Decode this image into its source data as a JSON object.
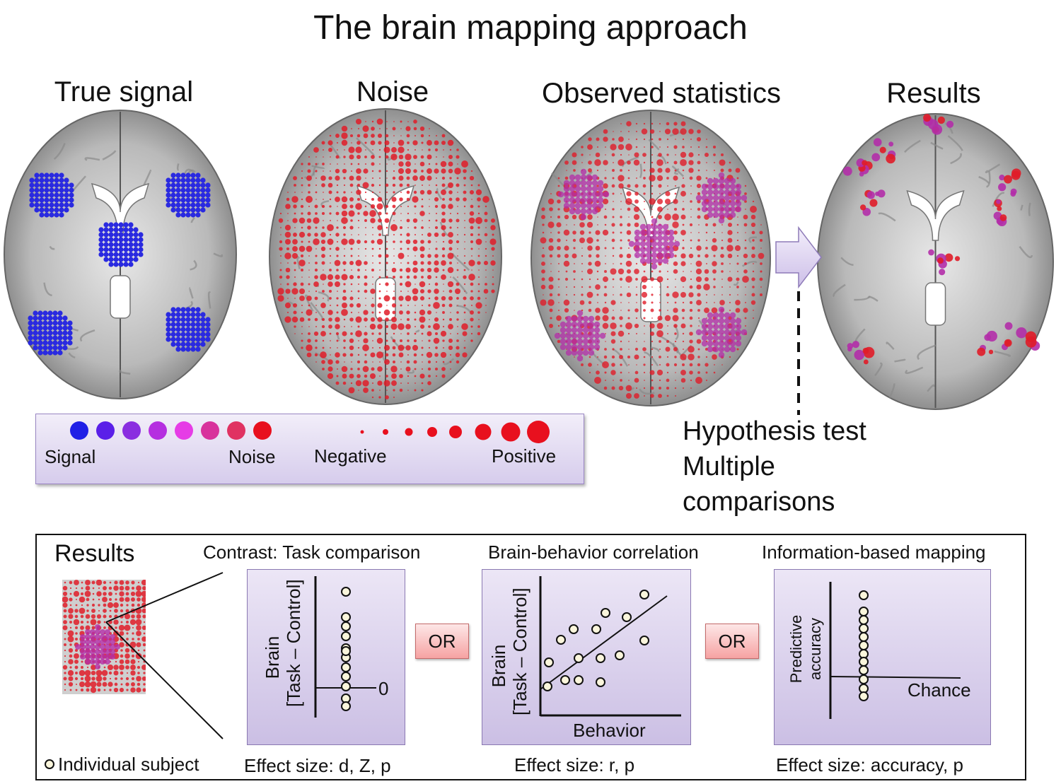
{
  "title": "The brain mapping approach",
  "panels": {
    "true_signal": "True signal",
    "noise": "Noise",
    "observed": "Observed statistics",
    "results": "Results"
  },
  "legend": {
    "signal": "Signal",
    "noise": "Noise",
    "negative": "Negative",
    "positive": "Positive",
    "color_scale": [
      "#1f1fe6",
      "#5a1fe8",
      "#8a2ee0",
      "#b52ee0",
      "#e63ce6",
      "#d8329c",
      "#e03262",
      "#e8101e"
    ],
    "size_scale_color": "#e8101e"
  },
  "hypothesis": {
    "line1": "Hypothesis test",
    "line2": "Multiple",
    "line3": "comparisons"
  },
  "results_section": {
    "heading": "Results",
    "individual_subject": "Individual subject",
    "contrast": {
      "title": "Contrast: Task comparison",
      "ylabel_line1": "Brain",
      "ylabel_line2": "[Task – Control]",
      "zero_label": "0",
      "effect": "Effect size: d, Z, p"
    },
    "or_label": "OR",
    "correlation": {
      "title": "Brain-behavior correlation",
      "ylabel_line1": "Brain",
      "ylabel_line2": "[Task – Control]",
      "xlabel": "Behavior",
      "effect": "Effect size: r, p"
    },
    "information": {
      "title": "Information-based mapping",
      "ylabel_line1": "Predictive",
      "ylabel_line2": "accuracy",
      "chance_label": "Chance",
      "effect": "Effect size: accuracy, p"
    }
  },
  "colors": {
    "signal_blue": "#2a2ae0",
    "noise_red": "#e01c28",
    "mixed_magenta": "#b32ea8",
    "panel_purple": "#d9d0ec",
    "or_pink": "#f8b6b6",
    "subject_fill": "#fbf6dc"
  }
}
